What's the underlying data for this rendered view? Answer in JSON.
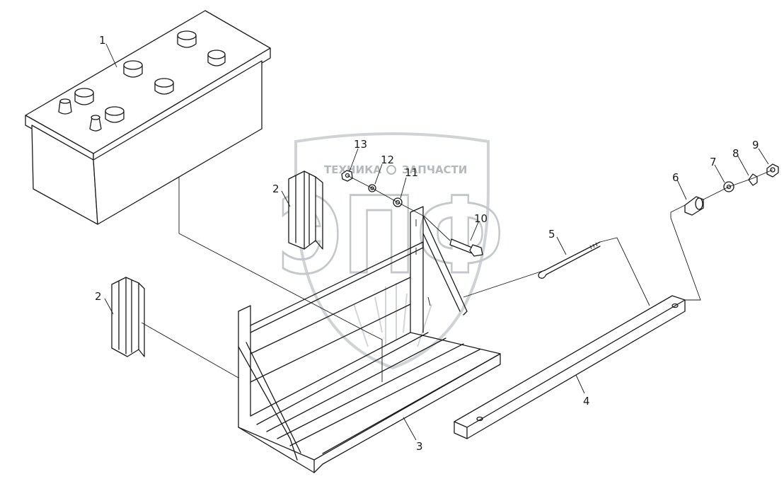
{
  "watermark": {
    "line_left": "ТЕХНИКА",
    "line_right": "ЗАПЧАСТИ",
    "big": "ЭПФ"
  },
  "callouts": [
    {
      "id": "callout-1",
      "text": "1"
    },
    {
      "id": "callout-2a",
      "text": "2"
    },
    {
      "id": "callout-2b",
      "text": "2"
    },
    {
      "id": "callout-3",
      "text": "3"
    },
    {
      "id": "callout-4",
      "text": "4"
    },
    {
      "id": "callout-5",
      "text": "5"
    },
    {
      "id": "callout-6",
      "text": "6"
    },
    {
      "id": "callout-7",
      "text": "7"
    },
    {
      "id": "callout-8",
      "text": "8"
    },
    {
      "id": "callout-9",
      "text": "9"
    },
    {
      "id": "callout-10",
      "text": "10"
    },
    {
      "id": "callout-11",
      "text": "11"
    },
    {
      "id": "callout-12",
      "text": "12"
    },
    {
      "id": "callout-13",
      "text": "13"
    }
  ]
}
